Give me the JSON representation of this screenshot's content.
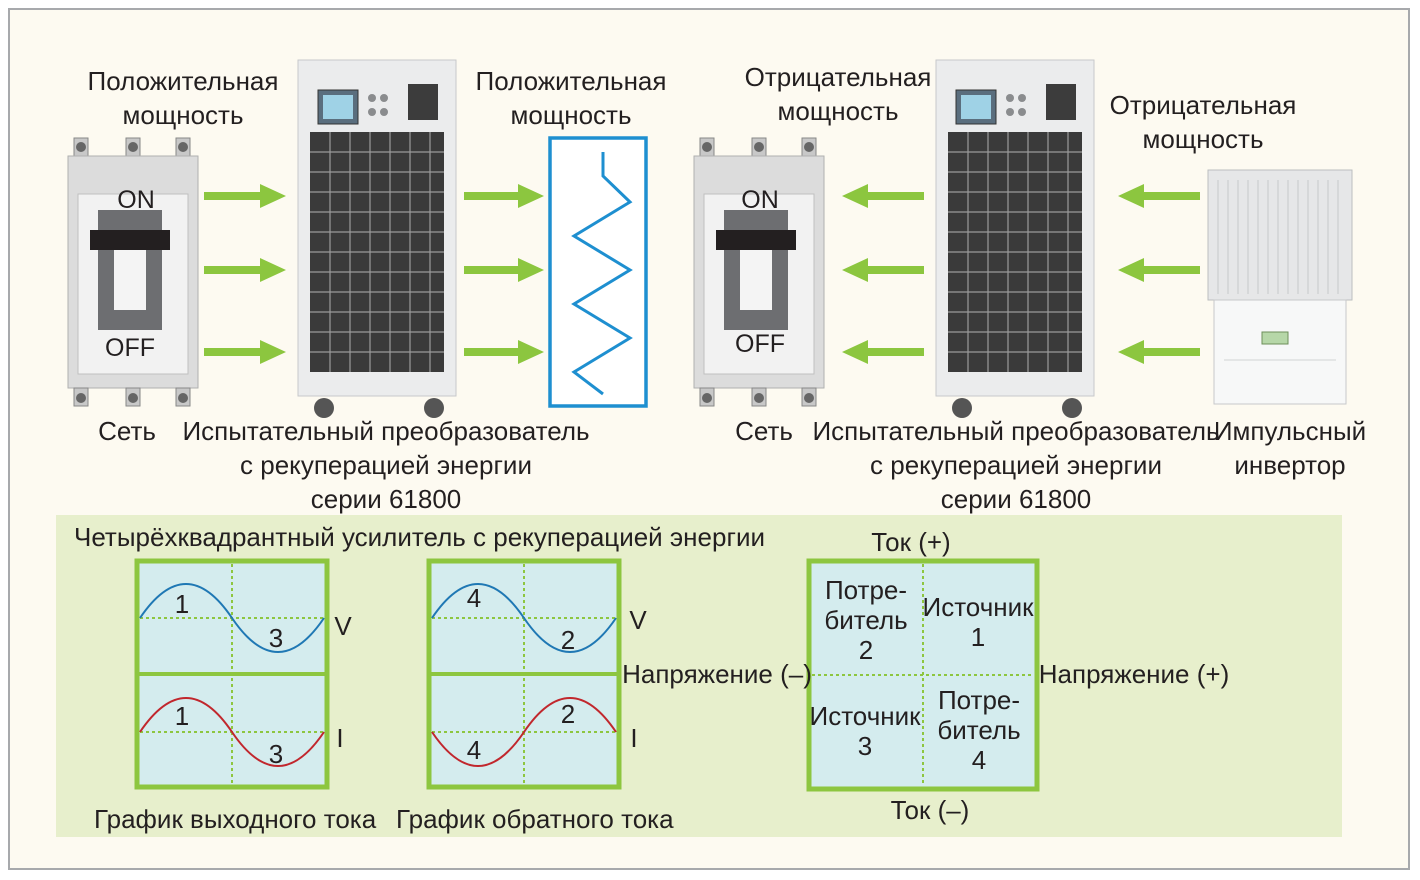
{
  "top_labels": {
    "left_power_top": [
      "Положительная",
      "мощность"
    ],
    "left_power_mid": [
      "Положительная",
      "мощность"
    ],
    "right_power_top": [
      "Отрицательная",
      "мощность"
    ],
    "right_power_right": [
      "Отрицательная",
      "мощность"
    ],
    "switch_on": "ON",
    "switch_off": "OFF",
    "grid_left": "Сеть",
    "grid_right": "Сеть",
    "converter_left": [
      "Испытательный преобразователь",
      "с рекуперацией энергии",
      "серии 61800"
    ],
    "converter_right": [
      "Испытательный преобразователь",
      "с рекуперацией энергии",
      "серии 61800"
    ],
    "inverter": [
      "Импульсный",
      "инвертор"
    ]
  },
  "lower": {
    "title": "Четырёхквадрантный усилитель с рекуперацией энергии",
    "output_graph": {
      "caption": "График выходного тока",
      "v_label": "V",
      "i_label": "I",
      "v_nums": [
        "1",
        "3"
      ],
      "i_nums": [
        "1",
        "3"
      ]
    },
    "reverse_graph": {
      "caption": "График обратного тока",
      "v_label": "V",
      "i_label": "I",
      "v_nums": [
        "4",
        "2"
      ],
      "i_nums": [
        "4",
        "2"
      ]
    },
    "quadrant": {
      "top": "Ток (+)",
      "bottom": "Ток (–)",
      "left": "Напряжение (–)",
      "right": "Напряжение (+)",
      "q_tl": [
        "Потре-",
        "битель",
        "2"
      ],
      "q_tr": [
        "Источник",
        "1"
      ],
      "q_bl": [
        "Источник",
        "3"
      ],
      "q_br": [
        "Потре-",
        "битель",
        "4"
      ]
    }
  },
  "colors": {
    "arrow": "#8cc63f",
    "graph_border": "#8dc63f",
    "graph_fill": "#d4ecee",
    "voltage_wave": "#1f78b4",
    "current_wave": "#c1272d",
    "resistor": "#1e8fd0",
    "panel": "#e7efcc"
  }
}
